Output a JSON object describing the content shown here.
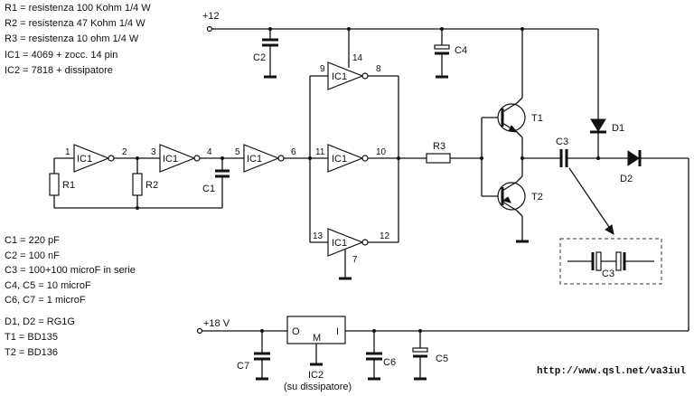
{
  "legend_top": [
    "R1 = resistenza 100 Kohm 1/4 W",
    "R2 = resistenza 47 Kohm 1/4 W",
    "R3 = resistenza 10 ohm 1/4 W",
    "IC1 = 4069 + zocc. 14 pin",
    "IC2 = 7818 + dissipatore"
  ],
  "legend_bottom": [
    "C1 = 220 pF",
    "C2 = 100 nF",
    "C3 = 100+100 microF in serie",
    "C4, C5 = 10 microF",
    "C6, C7 = 1 microF",
    "D1, D2 = RG1G",
    "T1 = BD135",
    "T2 = BD136"
  ],
  "rails": {
    "plus12": "+12",
    "plus18": "+18 V"
  },
  "gate_label": "IC1",
  "pins": [
    "1",
    "2",
    "3",
    "4",
    "5",
    "6",
    "9",
    "8",
    "14",
    "11",
    "10",
    "13",
    "12",
    "7"
  ],
  "refs": {
    "r1": "R1",
    "r2": "R2",
    "r3": "R3",
    "c1": "C1",
    "c2": "C2",
    "c3": "C3",
    "c4": "C4",
    "c5": "C5",
    "c6": "C6",
    "c7": "C7",
    "c3_detail": "C3",
    "t1": "T1",
    "t2": "T2",
    "d1": "D1",
    "d2": "D2"
  },
  "regulator": {
    "pin_o": "O",
    "pin_m": "M",
    "pin_i": "I",
    "name": "IC2",
    "note": "(su dissipatore)"
  },
  "url": "http://www.qsl.net/va3iul"
}
